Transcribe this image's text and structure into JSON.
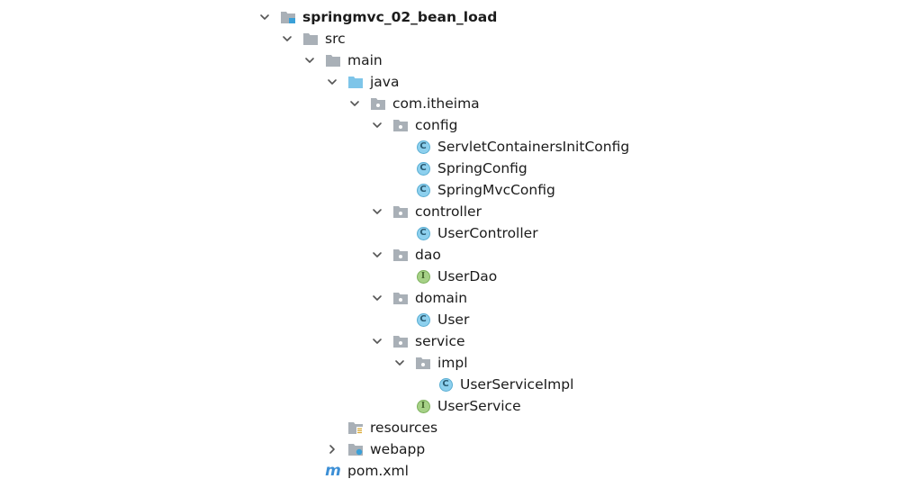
{
  "project_tree": {
    "items": [
      {
        "label": "springmvc_02_bean_load",
        "depth": 0,
        "expanded": "open",
        "icon": "module-folder-icon",
        "bold": true
      },
      {
        "label": "src",
        "depth": 1,
        "expanded": "open",
        "icon": "folder-icon"
      },
      {
        "label": "main",
        "depth": 2,
        "expanded": "open",
        "icon": "folder-icon"
      },
      {
        "label": "java",
        "depth": 3,
        "expanded": "open",
        "icon": "source-root-folder-icon"
      },
      {
        "label": "com.itheima",
        "depth": 4,
        "expanded": "open",
        "icon": "package-icon"
      },
      {
        "label": "config",
        "depth": 5,
        "expanded": "open",
        "icon": "package-icon"
      },
      {
        "label": "ServletContainersInitConfig",
        "depth": 6,
        "expanded": "none",
        "icon": "class-icon"
      },
      {
        "label": "SpringConfig",
        "depth": 6,
        "expanded": "none",
        "icon": "class-icon"
      },
      {
        "label": "SpringMvcConfig",
        "depth": 6,
        "expanded": "none",
        "icon": "class-icon"
      },
      {
        "label": "controller",
        "depth": 5,
        "expanded": "open",
        "icon": "package-icon"
      },
      {
        "label": "UserController",
        "depth": 6,
        "expanded": "none",
        "icon": "class-icon"
      },
      {
        "label": "dao",
        "depth": 5,
        "expanded": "open",
        "icon": "package-icon"
      },
      {
        "label": "UserDao",
        "depth": 6,
        "expanded": "none",
        "icon": "interface-icon"
      },
      {
        "label": "domain",
        "depth": 5,
        "expanded": "open",
        "icon": "package-icon"
      },
      {
        "label": "User",
        "depth": 6,
        "expanded": "none",
        "icon": "class-icon"
      },
      {
        "label": "service",
        "depth": 5,
        "expanded": "open",
        "icon": "package-icon"
      },
      {
        "label": "impl",
        "depth": 6,
        "expanded": "open",
        "icon": "package-icon"
      },
      {
        "label": "UserServiceImpl",
        "depth": 7,
        "expanded": "none",
        "icon": "class-icon"
      },
      {
        "label": "UserService",
        "depth": 6,
        "expanded": "none",
        "icon": "interface-icon"
      },
      {
        "label": "resources",
        "depth": 3,
        "expanded": "none",
        "icon": "resources-folder-icon"
      },
      {
        "label": "webapp",
        "depth": 3,
        "expanded": "closed",
        "icon": "web-folder-icon"
      },
      {
        "label": "pom.xml",
        "depth": 2,
        "expanded": "none",
        "icon": "maven-icon"
      }
    ]
  },
  "icon_glyphs": {
    "class": "C",
    "interface": "I",
    "maven": "m"
  },
  "colors": {
    "folder_gray": "#a9b0b7",
    "folder_blue": "#7ec5e9",
    "class_blue": "#8dd0ee",
    "interface_green": "#a6d187",
    "maven_blue": "#3c8fd6",
    "arrow": "#555555"
  }
}
